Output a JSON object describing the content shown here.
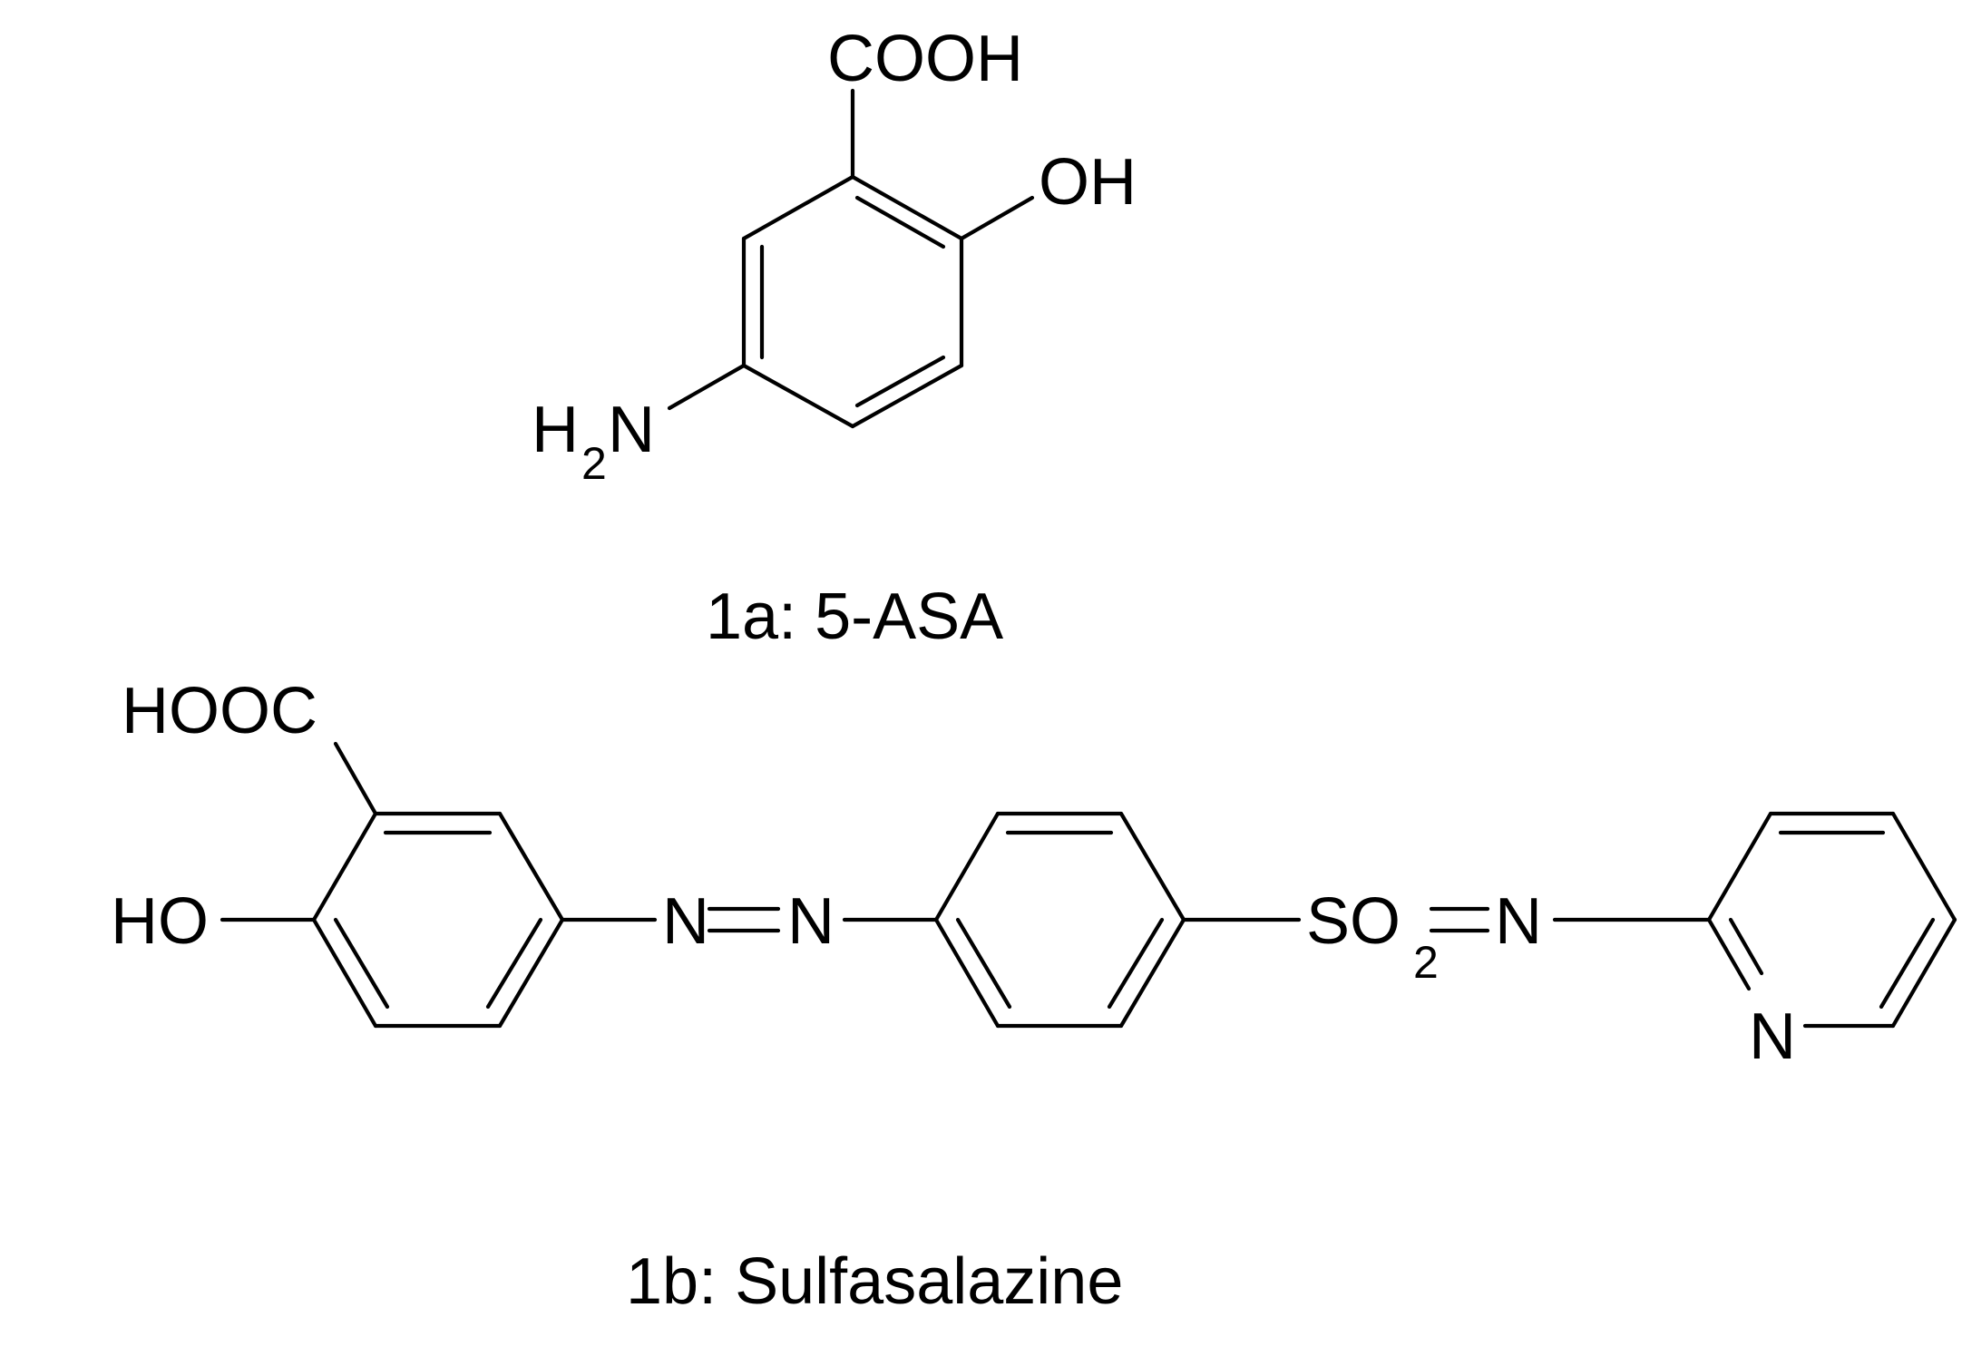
{
  "compound_a": {
    "carboxyl": "COOH",
    "hydroxyl": "OH",
    "amine_h": "H",
    "amine_sub": "2",
    "amine_n": "N",
    "caption": "1a: 5-ASA"
  },
  "compound_b": {
    "carboxyl": "HOOC",
    "hydroxyl": "HO",
    "azo_n1": "N",
    "azo_n2": "N",
    "sulfonyl": "SO",
    "sulfonyl_sub": "2",
    "sulfonyl_n": "N",
    "pyridine_n": "N",
    "caption": "1b: Sulfasalazine"
  }
}
